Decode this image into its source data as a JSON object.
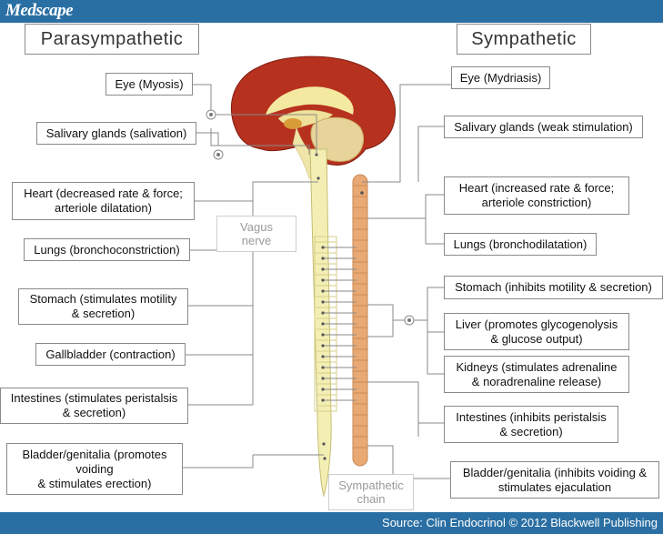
{
  "header": {
    "logo": "Medscape"
  },
  "footer": {
    "source": "Source: Clin Endocrinol © 2012 Blackwell Publishing"
  },
  "colors": {
    "bar": "#2a6fa3",
    "cortex": "#b7311f",
    "spine": "#f3efb4",
    "chain": "#e9a974"
  },
  "parasympathetic": {
    "title": "Parasympathetic",
    "items": [
      "Eye (Myosis)",
      "Salivary glands (salivation)",
      "Heart (decreased rate & force;\narteriole dilatation)",
      "Lungs (bronchoconstriction)",
      "Stomach (stimulates motility\n& secretion)",
      "Gallbladder (contraction)",
      "Intestines (stimulates peristalsis\n& secretion)",
      "Bladder/genitalia (promotes\nvoiding\n& stimulates erection)"
    ]
  },
  "sympathetic": {
    "title": "Sympathetic",
    "items": [
      "Eye (Mydriasis)",
      "Salivary glands (weak stimulation)",
      "Heart (increased rate & force;\narteriole constriction)",
      "Lungs (bronchodilatation)",
      "Stomach (inhibits motility & secretion)",
      "Liver (promotes glycogenolysis\n& glucose output)",
      "Kidneys (stimulates adrenaline\n& noradrenaline release)",
      "Intestines (inhibits peristalsis\n& secretion)",
      "Bladder/genitalia (inhibits voiding &\nstimulates ejaculation"
    ]
  },
  "labels": {
    "vagus": "Vagus\nnerve",
    "chain": "Sympathetic\nchain"
  }
}
